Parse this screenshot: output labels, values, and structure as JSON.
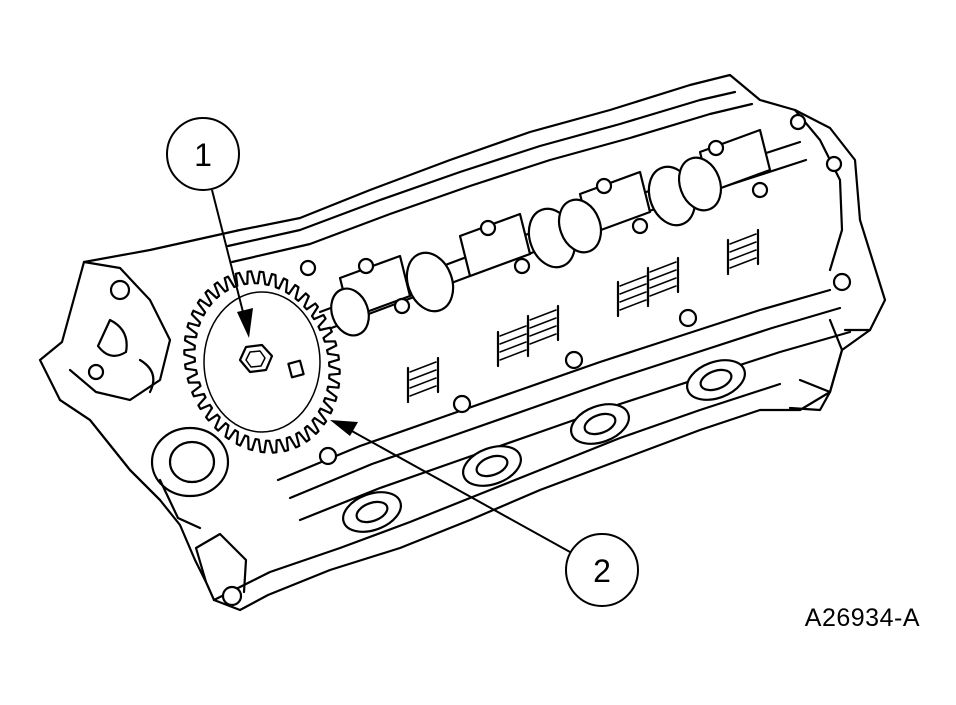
{
  "figure": {
    "figure_id": "A26934-A",
    "callouts": [
      {
        "number": "1"
      },
      {
        "number": "2"
      }
    ]
  }
}
